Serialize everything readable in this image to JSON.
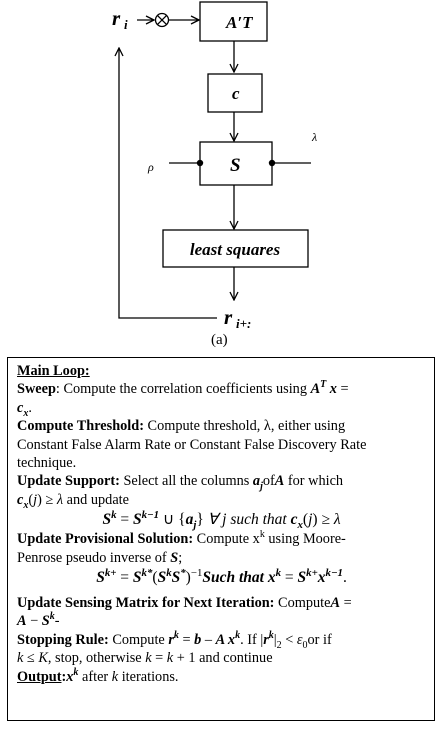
{
  "diagram": {
    "blocks": {
      "transpose": "A′T",
      "correlation": "c",
      "support": "S",
      "least_squares": "least squares"
    },
    "labels": {
      "input": "r",
      "input_sub": "i",
      "output": "r",
      "output_sub": "i+:",
      "lambda": "λ",
      "rho": "ρ"
    },
    "caption": "(a)"
  },
  "algorithm": {
    "main_loop_title": "Main Loop:",
    "sweep_label": "Sweep",
    "sweep_text": ": Compute the correlation coefficients using ",
    "compute_threshold_label": "Compute Threshold:",
    "compute_threshold_text": " Compute threshold, λ, either using",
    "compute_threshold_text_2": "Constant False Alarm Rate or Constant False Discovery Rate",
    "compute_threshold_text_3": "technique.",
    "update_support_label": "Update Support:",
    "update_support_text": " Select all the columns ",
    "update_support_of": "of",
    "update_support_for_which": " for which",
    "update_support_and_update": " and update",
    "forall_text": " ∀ j such that ",
    "update_provisional_label": "Update Provisional Solution:",
    "update_provisional_text": " Compute x",
    "update_provisional_text_2": " using Moore-",
    "update_provisional_text_3": "Penrose pseudo inverse of ",
    "such_that": "Such that",
    "update_sensing_label": "Update Sensing Matrix for Next Iteration:",
    "update_sensing_text": " Compute",
    "stopping_rule_label": "Stopping Rule:",
    "stopping_rule_text": " Compute ",
    "stopping_if": ". If ",
    "stopping_or_if": "or if",
    "stopping_stop": ", stop, otherwise ",
    "stopping_continue": " and continue",
    "output_label": "Output",
    "output_text": " after ",
    "output_iterations": " iterations."
  }
}
